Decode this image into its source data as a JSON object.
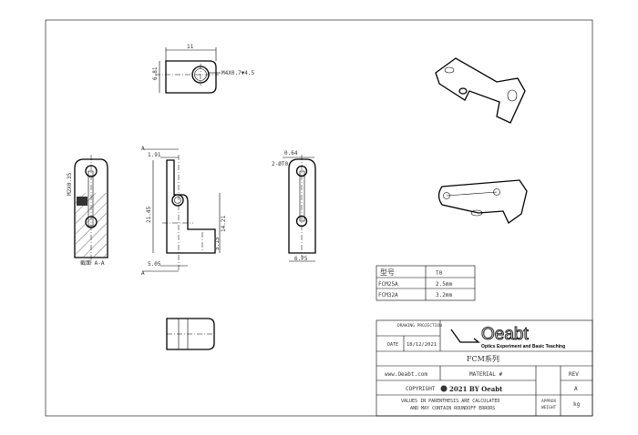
{
  "drawing": {
    "top_view": {
      "width_dim": "11",
      "height_dim": "6.81",
      "thread_callout": "M4X0.7▼4.5"
    },
    "section_view": {
      "thread_callout": "M2X0.35",
      "caption": "截面 A-A"
    },
    "front_view": {
      "section_marker": "A",
      "dims": [
        "1.91",
        "21.45",
        "14.21",
        "5.15",
        "5.05"
      ]
    },
    "side_view": {
      "dims": [
        "0.64",
        "6.75"
      ],
      "hole_callout": "2-ØT0"
    }
  },
  "spec_table": {
    "headers": [
      "型号",
      "T0"
    ],
    "rows": [
      [
        "FCM25A",
        "2.5mm"
      ],
      [
        "FCM32A",
        "3.2mm"
      ]
    ]
  },
  "title_block": {
    "projection_label": "DRAWING PROJECTION",
    "date_label": "DATE",
    "date": "18/12/2021",
    "logo_text": "Oeabt",
    "logo_tagline": "Optics Experiment and Basic Teaching",
    "title": "FCM系列",
    "website": "www.Oeabt.com",
    "material": "MATERIAL #",
    "rev_label": "REV",
    "rev": "A",
    "copyright_label": "COPYRIGHT",
    "copyright": "2021 BY Oeabt",
    "note_line1": "VALUES IN PARENTHESIS ARE CALCULATED",
    "note_line2": "AND MAY CONTAIN ROUNDOFF ERRORS",
    "weight_label1": "APPROX",
    "weight_label2": "WEIGHT",
    "weight_unit": "kg"
  }
}
